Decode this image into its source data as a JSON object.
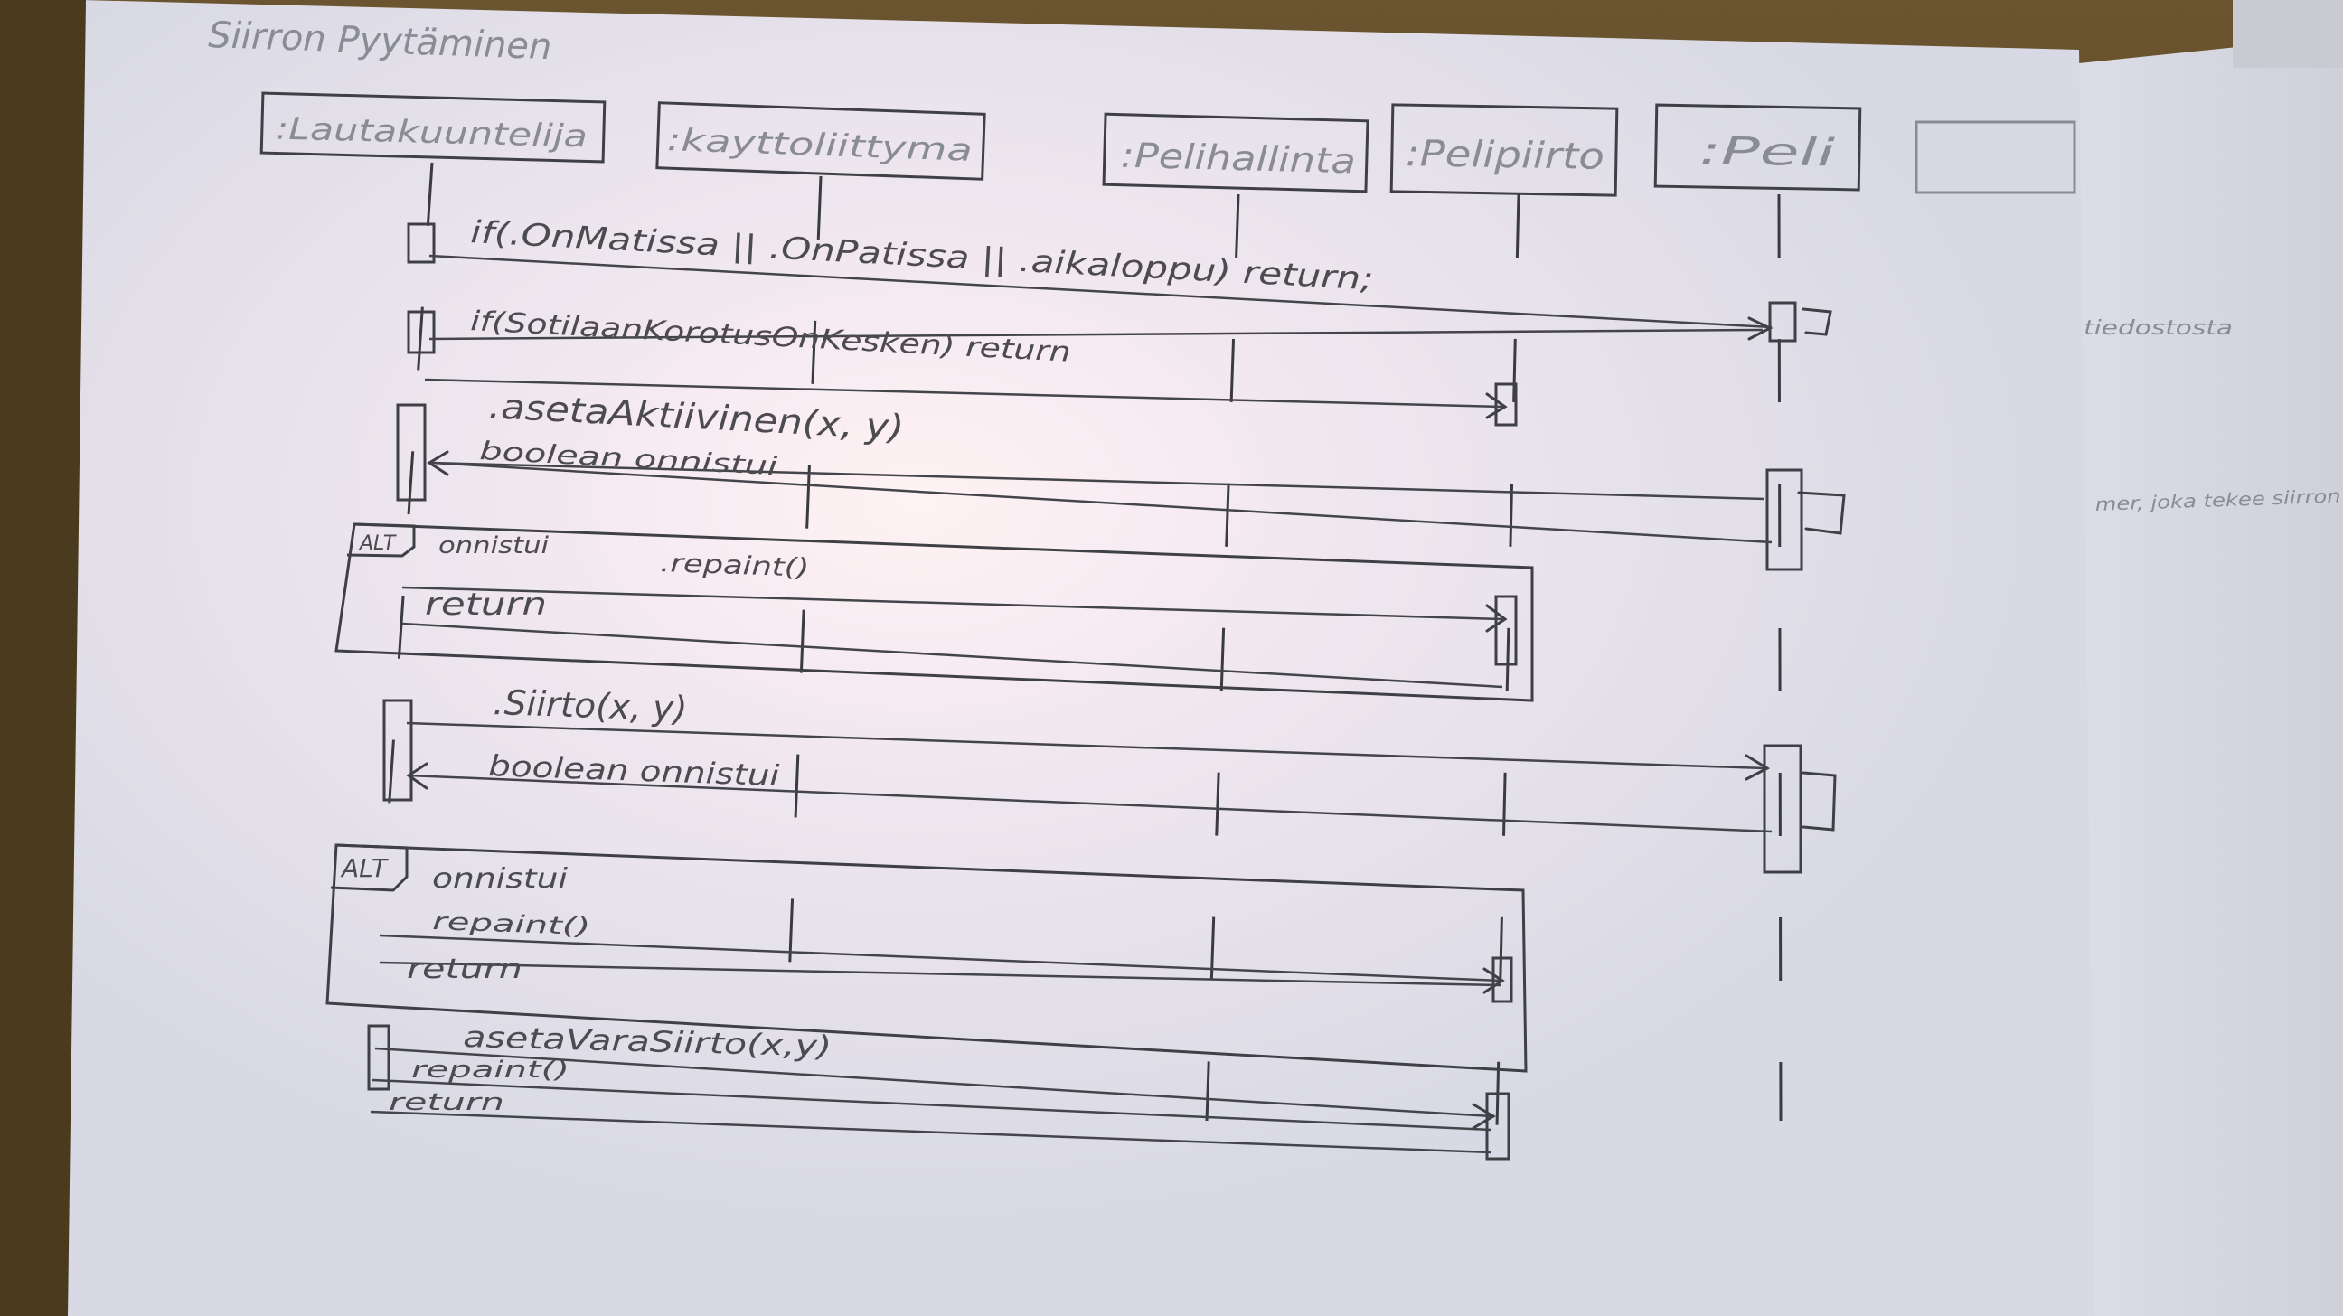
{
  "title": "Siirron Pyytäminen",
  "participants": [
    {
      "label": ":Lautakuuntelija"
    },
    {
      "label": ":kayttoliittyma"
    },
    {
      "label": ":Pelihallinta"
    },
    {
      "label": ":Pelipiirto"
    },
    {
      "label": ":Peli"
    },
    {
      "label": ""
    }
  ],
  "messages": {
    "m1": "if(.OnMatissa || .OnPatissa || .aikaloppu) return;",
    "m2": "if(SotilaanKorotusOnKesken) return",
    "m3": ".asetaAktiivinen(x, y)",
    "m4": "boolean onnistui",
    "m5": ".repaint()",
    "m6": "return",
    "m7": ".Siirto(x, y)",
    "m8": "boolean onnistui",
    "m9": "repaint()",
    "m10": "return",
    "m11": "asetaVaraSiirto(x,y)",
    "m12": "repaint()",
    "m13": "return"
  },
  "fragments": [
    {
      "tag": "ALT",
      "guard": "onnistui"
    },
    {
      "tag": "ALT",
      "guard": "onnistui"
    }
  ],
  "side_notes": {
    "note1": "tiedostosta",
    "note2": "mer, joka tekee siirron"
  }
}
